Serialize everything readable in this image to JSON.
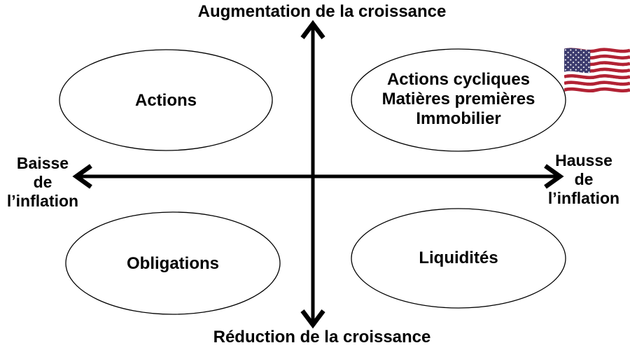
{
  "diagram": {
    "type": "quadrant-matrix",
    "title_top": "Augmentation de la croissance",
    "title_bottom": "Réduction de la croissance",
    "left_axis": {
      "lines": [
        "Baisse",
        "de",
        "l’inflation"
      ]
    },
    "right_axis": {
      "lines": [
        "Hausse",
        "de",
        "l’inflation"
      ]
    },
    "quadrants": {
      "top_left": {
        "label": "Actions"
      },
      "top_right": {
        "lines": [
          "Actions cycliques",
          "Matières premières",
          "Immobilier"
        ]
      },
      "bottom_left": {
        "label": "Obligations"
      },
      "bottom_right": {
        "label": "Liquidités"
      }
    },
    "icons": {
      "flag": "us-flag-icon"
    },
    "colors": {
      "ink": "#000000",
      "background": "#ffffff",
      "flag_red": "#B22234",
      "flag_blue": "#3C3B6E",
      "flag_white": "#ffffff"
    }
  }
}
